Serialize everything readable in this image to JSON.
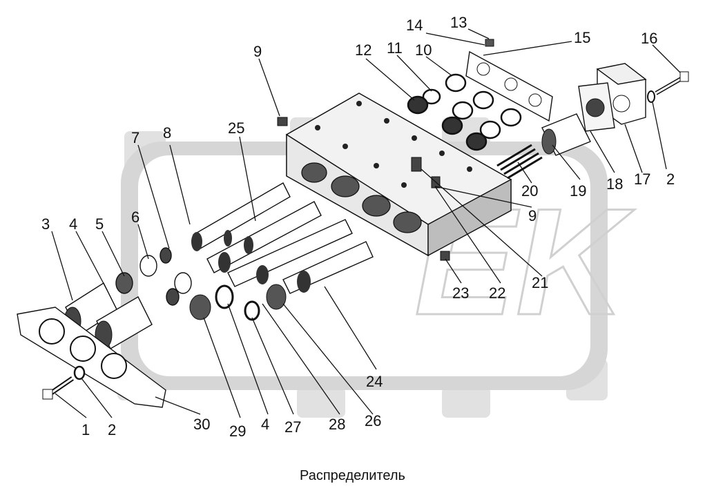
{
  "diagram": {
    "caption": "Распределитель",
    "colors": {
      "watermark": "#d9d9d9",
      "part_fill": "#ffffff",
      "part_shade": "#3a3a3a",
      "ink": "#111111"
    },
    "watermark_text": "EK",
    "callouts": {
      "c1": "1",
      "c2a": "2",
      "c2b": "2",
      "c3": "3",
      "c4a": "4",
      "c4b": "4",
      "c5": "5",
      "c6": "6",
      "c7": "7",
      "c8": "8",
      "c9a": "9",
      "c9b": "9",
      "c10": "10",
      "c11": "11",
      "c12": "12",
      "c13": "13",
      "c14": "14",
      "c15": "15",
      "c16": "16",
      "c17": "17",
      "c18": "18",
      "c19": "19",
      "c20": "20",
      "c21": "21",
      "c22": "22",
      "c23": "23",
      "c24": "24",
      "c25": "25",
      "c26": "26",
      "c27": "27",
      "c28": "28",
      "c29": "29",
      "c30": "30"
    }
  }
}
